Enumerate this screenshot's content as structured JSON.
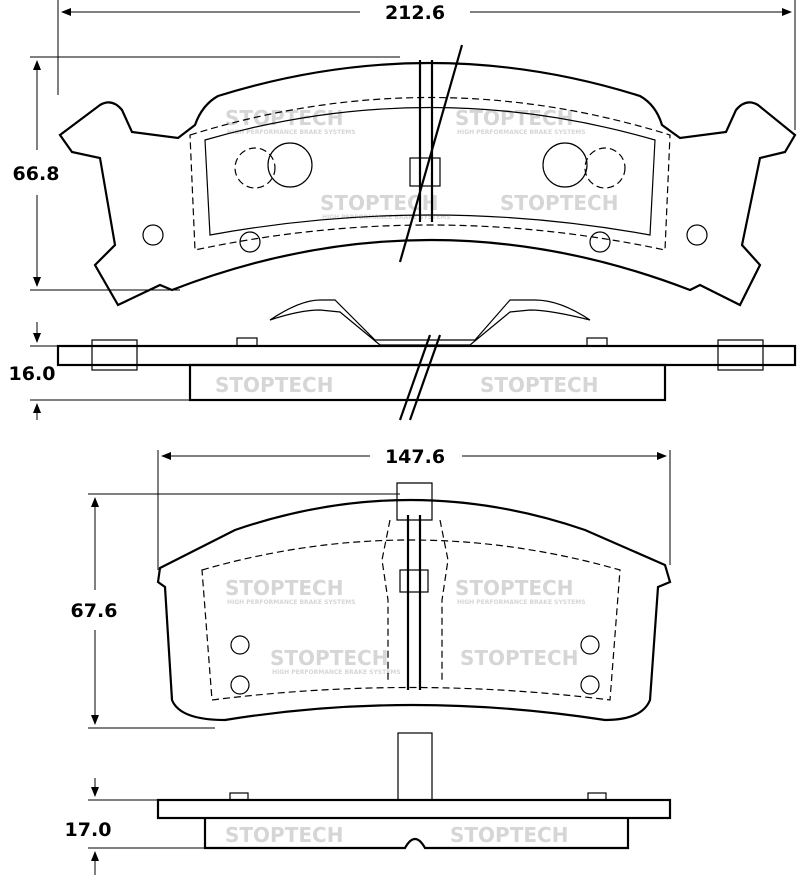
{
  "watermark": {
    "brand": "STOPTECH",
    "tagline": "HIGH PERFORMANCE BRAKE SYSTEMS"
  },
  "front_pad": {
    "width_label": "212.6",
    "height_label": "66.8",
    "thickness_label": "16.0"
  },
  "rear_pad": {
    "width_label": "147.6",
    "height_label": "67.6",
    "thickness_label": "17.0"
  }
}
